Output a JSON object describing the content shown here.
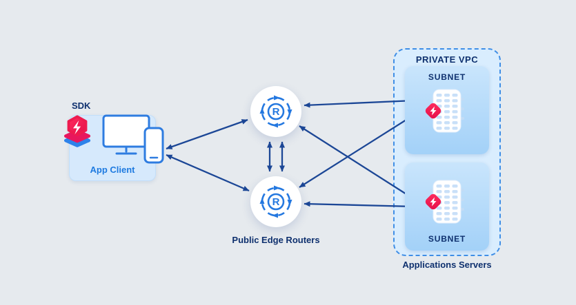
{
  "client": {
    "sdk_label": "SDK",
    "label": "App Client"
  },
  "routers": {
    "letter": "R",
    "caption": "Public Edge Routers"
  },
  "vpc": {
    "title": "PRIVATE VPC",
    "subnet_top_label": "SUBNET",
    "subnet_bottom_label": "SUBNET",
    "caption": "Applications Servers"
  },
  "icons": {
    "sdk": "stacked-layers-with-lightning-bolt",
    "client_devices": "desktop-monitor-and-smartphone",
    "router": "circular-arrows-around-letter-R",
    "server": "server-chip-with-lightning-badge"
  },
  "colors": {
    "background": "#e6eaee",
    "navy_text": "#0e306e",
    "arrow": "#1c4796",
    "accent_blue": "#2478e0",
    "client_box_fill": "#d6e9fc",
    "vpc_fill": "#d9edfe",
    "subnet_fill": "#aed7fa",
    "badge_red": "#ee1a4e",
    "app_client_text": "#1e7ae0"
  }
}
